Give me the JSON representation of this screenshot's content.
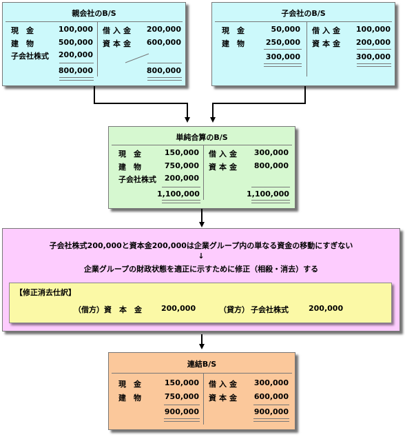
{
  "parent_bs": {
    "title": "親会社のB/S",
    "debit": [
      {
        "label": "現　金",
        "value": "100,000"
      },
      {
        "label": "建　物",
        "value": "500,000"
      },
      {
        "label": "子会社株式",
        "value": "200,000"
      }
    ],
    "credit": [
      {
        "label": "借入金",
        "value": "200,000"
      },
      {
        "label": "資本金",
        "value": "600,000"
      }
    ],
    "debit_total": "800,000",
    "credit_total": "800,000"
  },
  "sub_bs": {
    "title": "子会社のB/S",
    "debit": [
      {
        "label": "現　金",
        "value": "50,000"
      },
      {
        "label": "建　物",
        "value": "250,000"
      }
    ],
    "credit": [
      {
        "label": "借入金",
        "value": "100,000"
      },
      {
        "label": "資本金",
        "value": "200,000"
      }
    ],
    "debit_total": "300,000",
    "credit_total": "300,000"
  },
  "simple_bs": {
    "title": "単純合算のB/S",
    "debit": [
      {
        "label": "現　金",
        "value": "150,000"
      },
      {
        "label": "建　物",
        "value": "750,000"
      },
      {
        "label": "子会社株式",
        "value": "200,000"
      }
    ],
    "credit": [
      {
        "label": "借入金",
        "value": "300,000"
      },
      {
        "label": "資本金",
        "value": "800,000"
      }
    ],
    "debit_total": "1,100,000",
    "credit_total": "1,100,000"
  },
  "explanation": {
    "line1": "子会社株式200,000と資本金200,000は企業グループ内の単なる資金の移動にすぎない",
    "arrow": "↓",
    "line2": "企業グループの財政状態を適正に示すために修正（相殺・消去）する",
    "entry_title": "【修正消去仕訳】",
    "debit_side": "（借方）",
    "debit_account": "資　本　金",
    "debit_amount": "200,000",
    "credit_side": "（貸方）",
    "credit_account": "子会社株式",
    "credit_amount": "200,000"
  },
  "consolidated_bs": {
    "title": "連結B/S",
    "debit": [
      {
        "label": "現　金",
        "value": "150,000"
      },
      {
        "label": "建　物",
        "value": "750,000"
      }
    ],
    "credit": [
      {
        "label": "借入金",
        "value": "300,000"
      },
      {
        "label": "資本金",
        "value": "600,000"
      }
    ],
    "debit_total": "900,000",
    "credit_total": "900,000"
  }
}
